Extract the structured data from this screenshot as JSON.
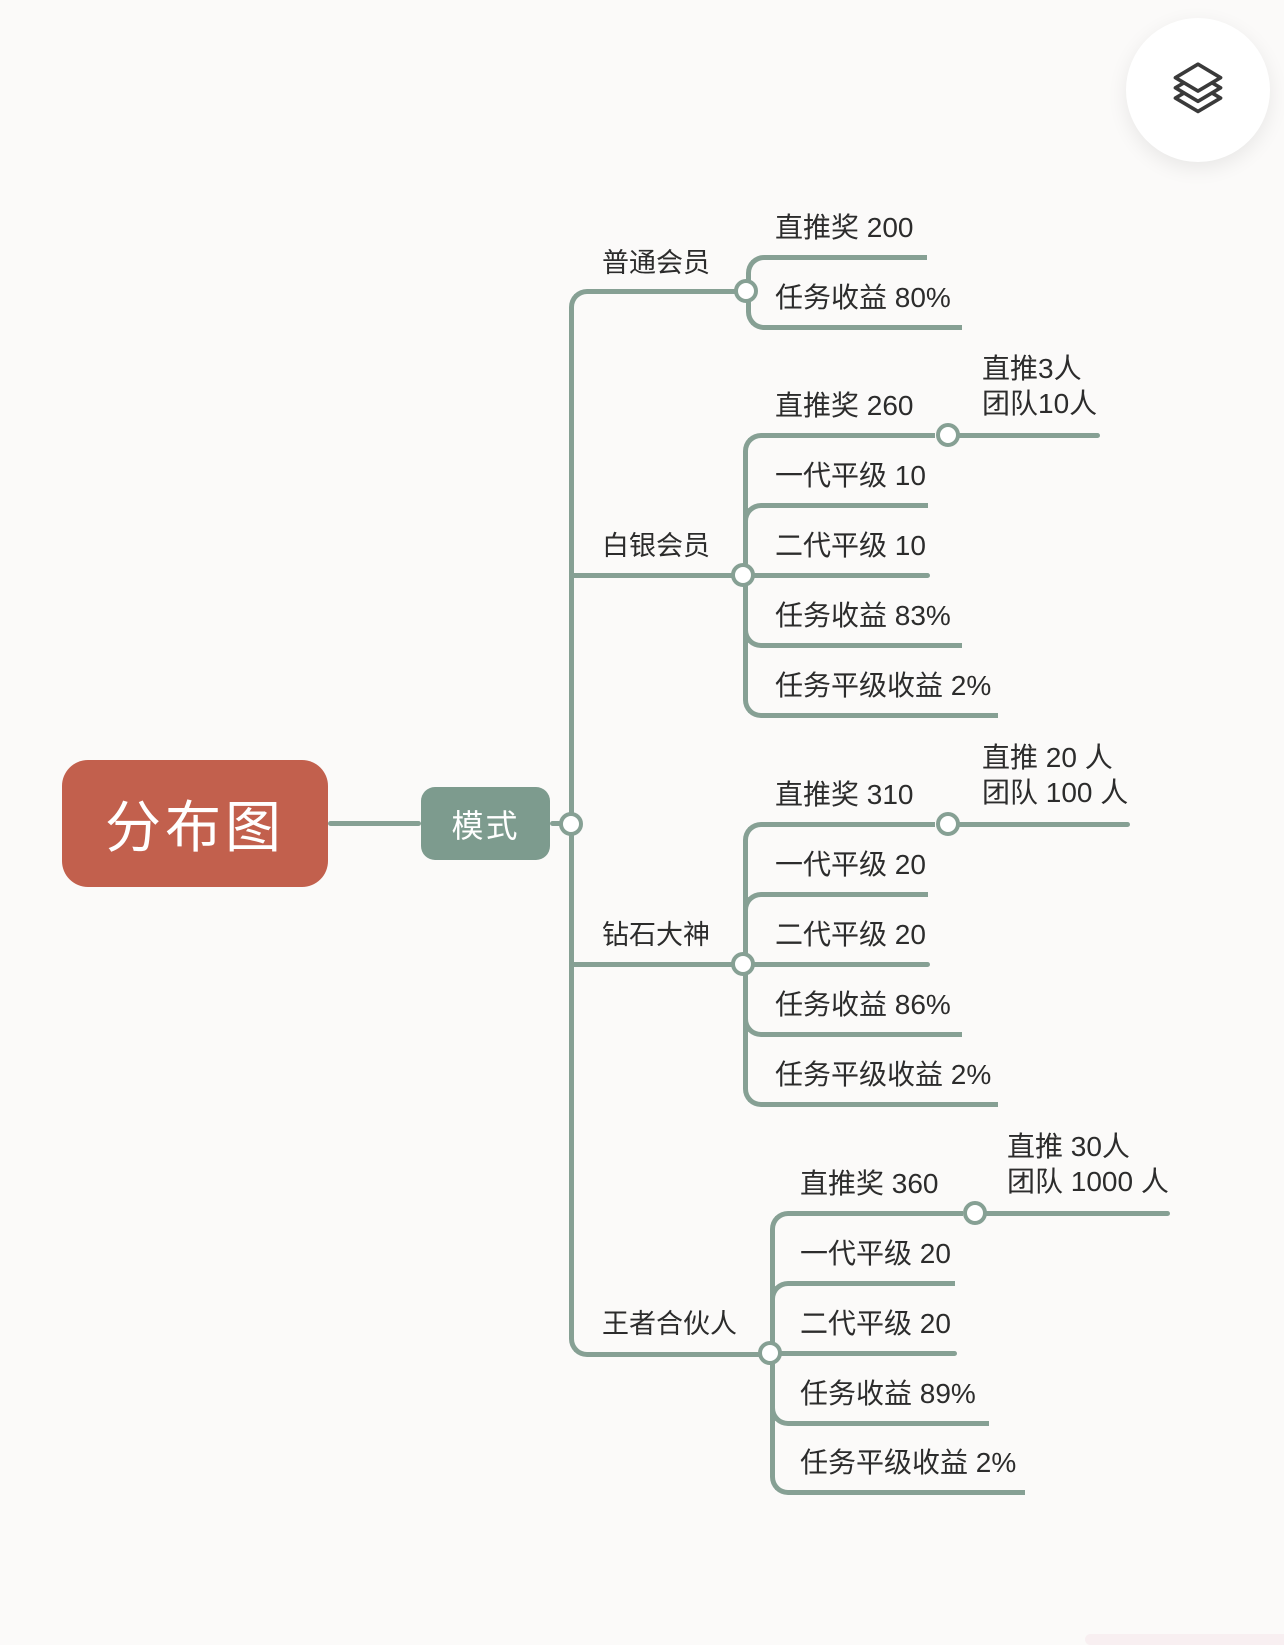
{
  "root": {
    "label": "分布图"
  },
  "mode": {
    "label": "模式"
  },
  "branches": [
    {
      "label": "普通会员",
      "children": [
        "直推奖 200",
        "任务收益 80%"
      ]
    },
    {
      "label": "白银会员",
      "children": [
        "直推奖 260",
        "一代平级 10",
        "二代平级 10",
        "任务收益 83%",
        "任务平级收益 2%"
      ],
      "milestone": {
        "line1": "直推3人",
        "line2": "团队10人"
      }
    },
    {
      "label": "钻石大神",
      "children": [
        "直推奖 310",
        "一代平级 20",
        "二代平级 20",
        "任务收益 86%",
        "任务平级收益 2%"
      ],
      "milestone": {
        "line1": "直推 20 人",
        "line2": "团队 100 人"
      }
    },
    {
      "label": "王者合伙人",
      "children": [
        "直推奖 360",
        "一代平级 20",
        "二代平级 20",
        "任务收益 89%",
        "任务平级收益 2%"
      ],
      "milestone": {
        "line1": "直推 30人",
        "line2": "团队 1000 人"
      }
    }
  ],
  "colors": {
    "root_fill": "#c2604d",
    "node_fill": "#7d9b8e",
    "line": "#86a094",
    "text": "#2c2c2c",
    "background": "#fbfaf9",
    "icon": "#3a3a3a"
  }
}
